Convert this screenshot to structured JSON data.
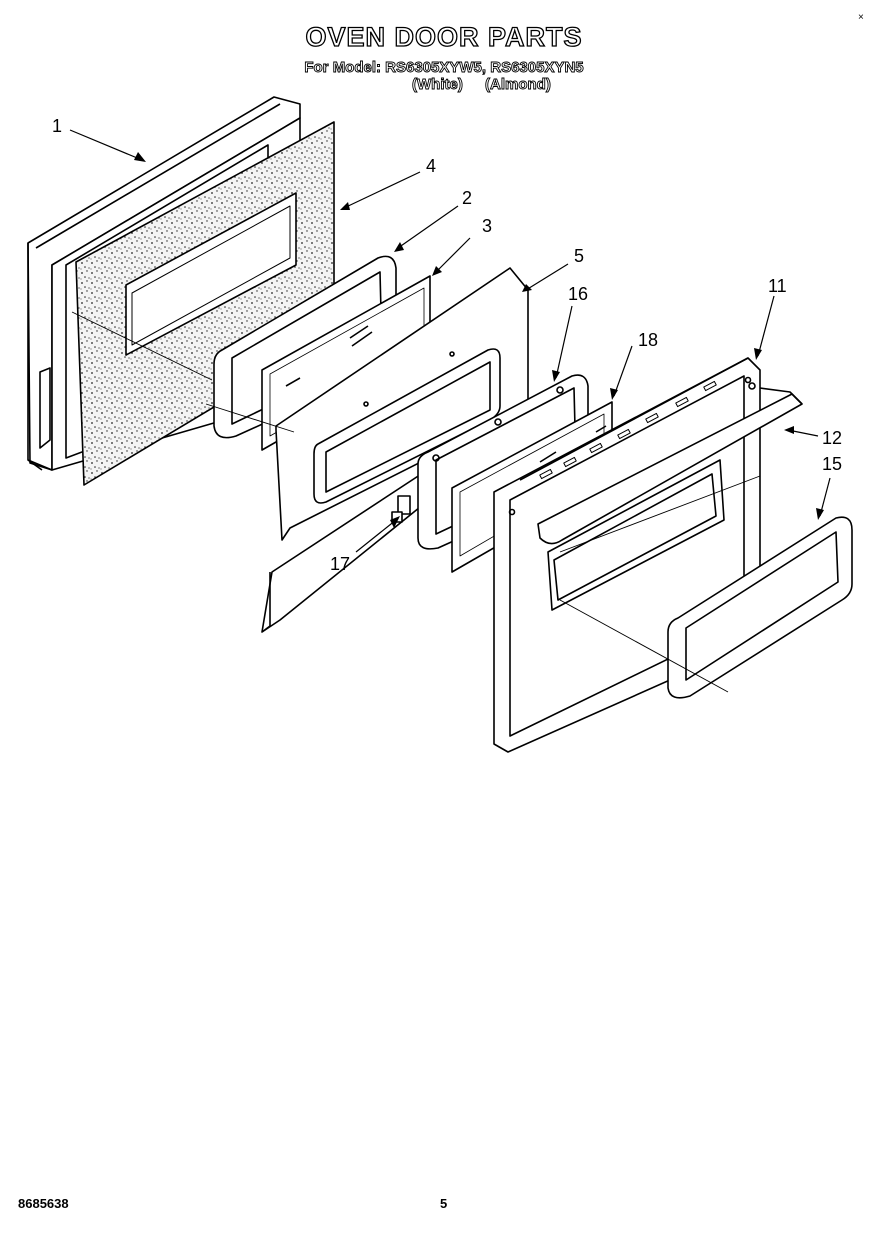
{
  "header": {
    "title": "OVEN DOOR PARTS",
    "model_line": "For Model: RS6305XYW5, RS6305XYN5",
    "variants": [
      "(White)",
      "(Almond)"
    ]
  },
  "callouts": {
    "c1": "1",
    "c2": "2",
    "c3": "3",
    "c4": "4",
    "c5": "5",
    "c11": "11",
    "c12": "12",
    "c15": "15",
    "c16": "16",
    "c17": "17",
    "c18": "18"
  },
  "footer": {
    "doc_number": "8685638",
    "page_number": "5"
  },
  "corner_mark": "×"
}
